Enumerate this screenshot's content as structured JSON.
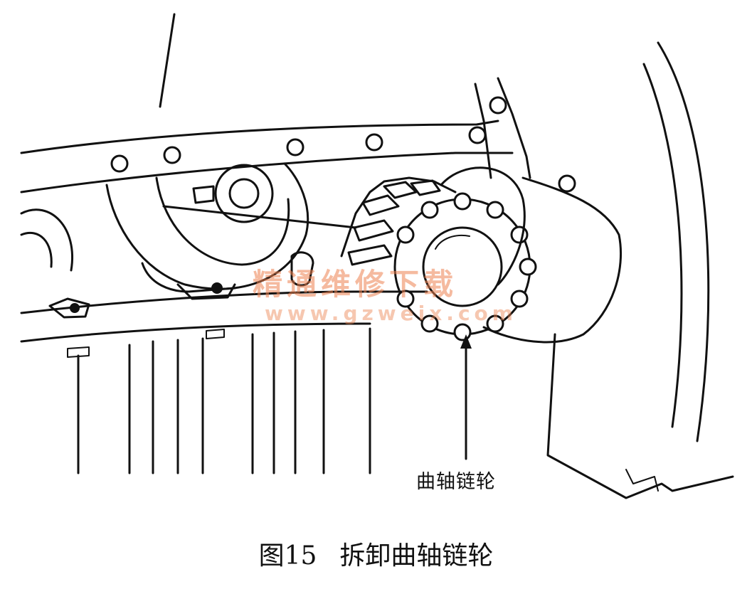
{
  "figure": {
    "callout_label": "曲轴链轮",
    "caption_number": "图15",
    "caption_title": "拆卸曲轴链轮"
  },
  "watermark": {
    "text": "精通维修下载",
    "url": "www.gzweix.com",
    "color": "#ec8250"
  }
}
